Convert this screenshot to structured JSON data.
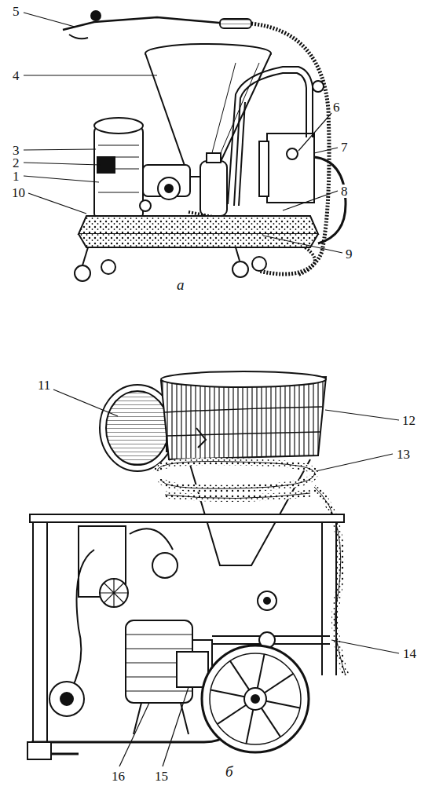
{
  "diagram": {
    "labels": [
      "5",
      "4",
      "3",
      "2",
      "1",
      "10",
      "6",
      "7",
      "8",
      "9",
      "а",
      "11",
      "12",
      "13",
      "14",
      "16",
      "15",
      "б"
    ]
  }
}
